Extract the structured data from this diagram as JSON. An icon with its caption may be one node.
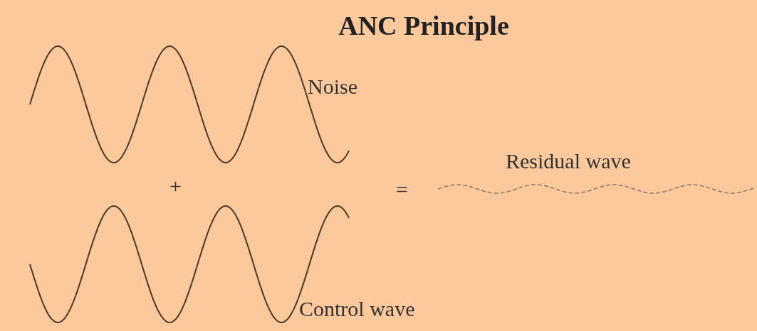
{
  "diagram": {
    "title": "ANC Principle",
    "labels": [
      "Noise",
      "+",
      "=",
      "Residual wave",
      "Control wave"
    ]
  }
}
